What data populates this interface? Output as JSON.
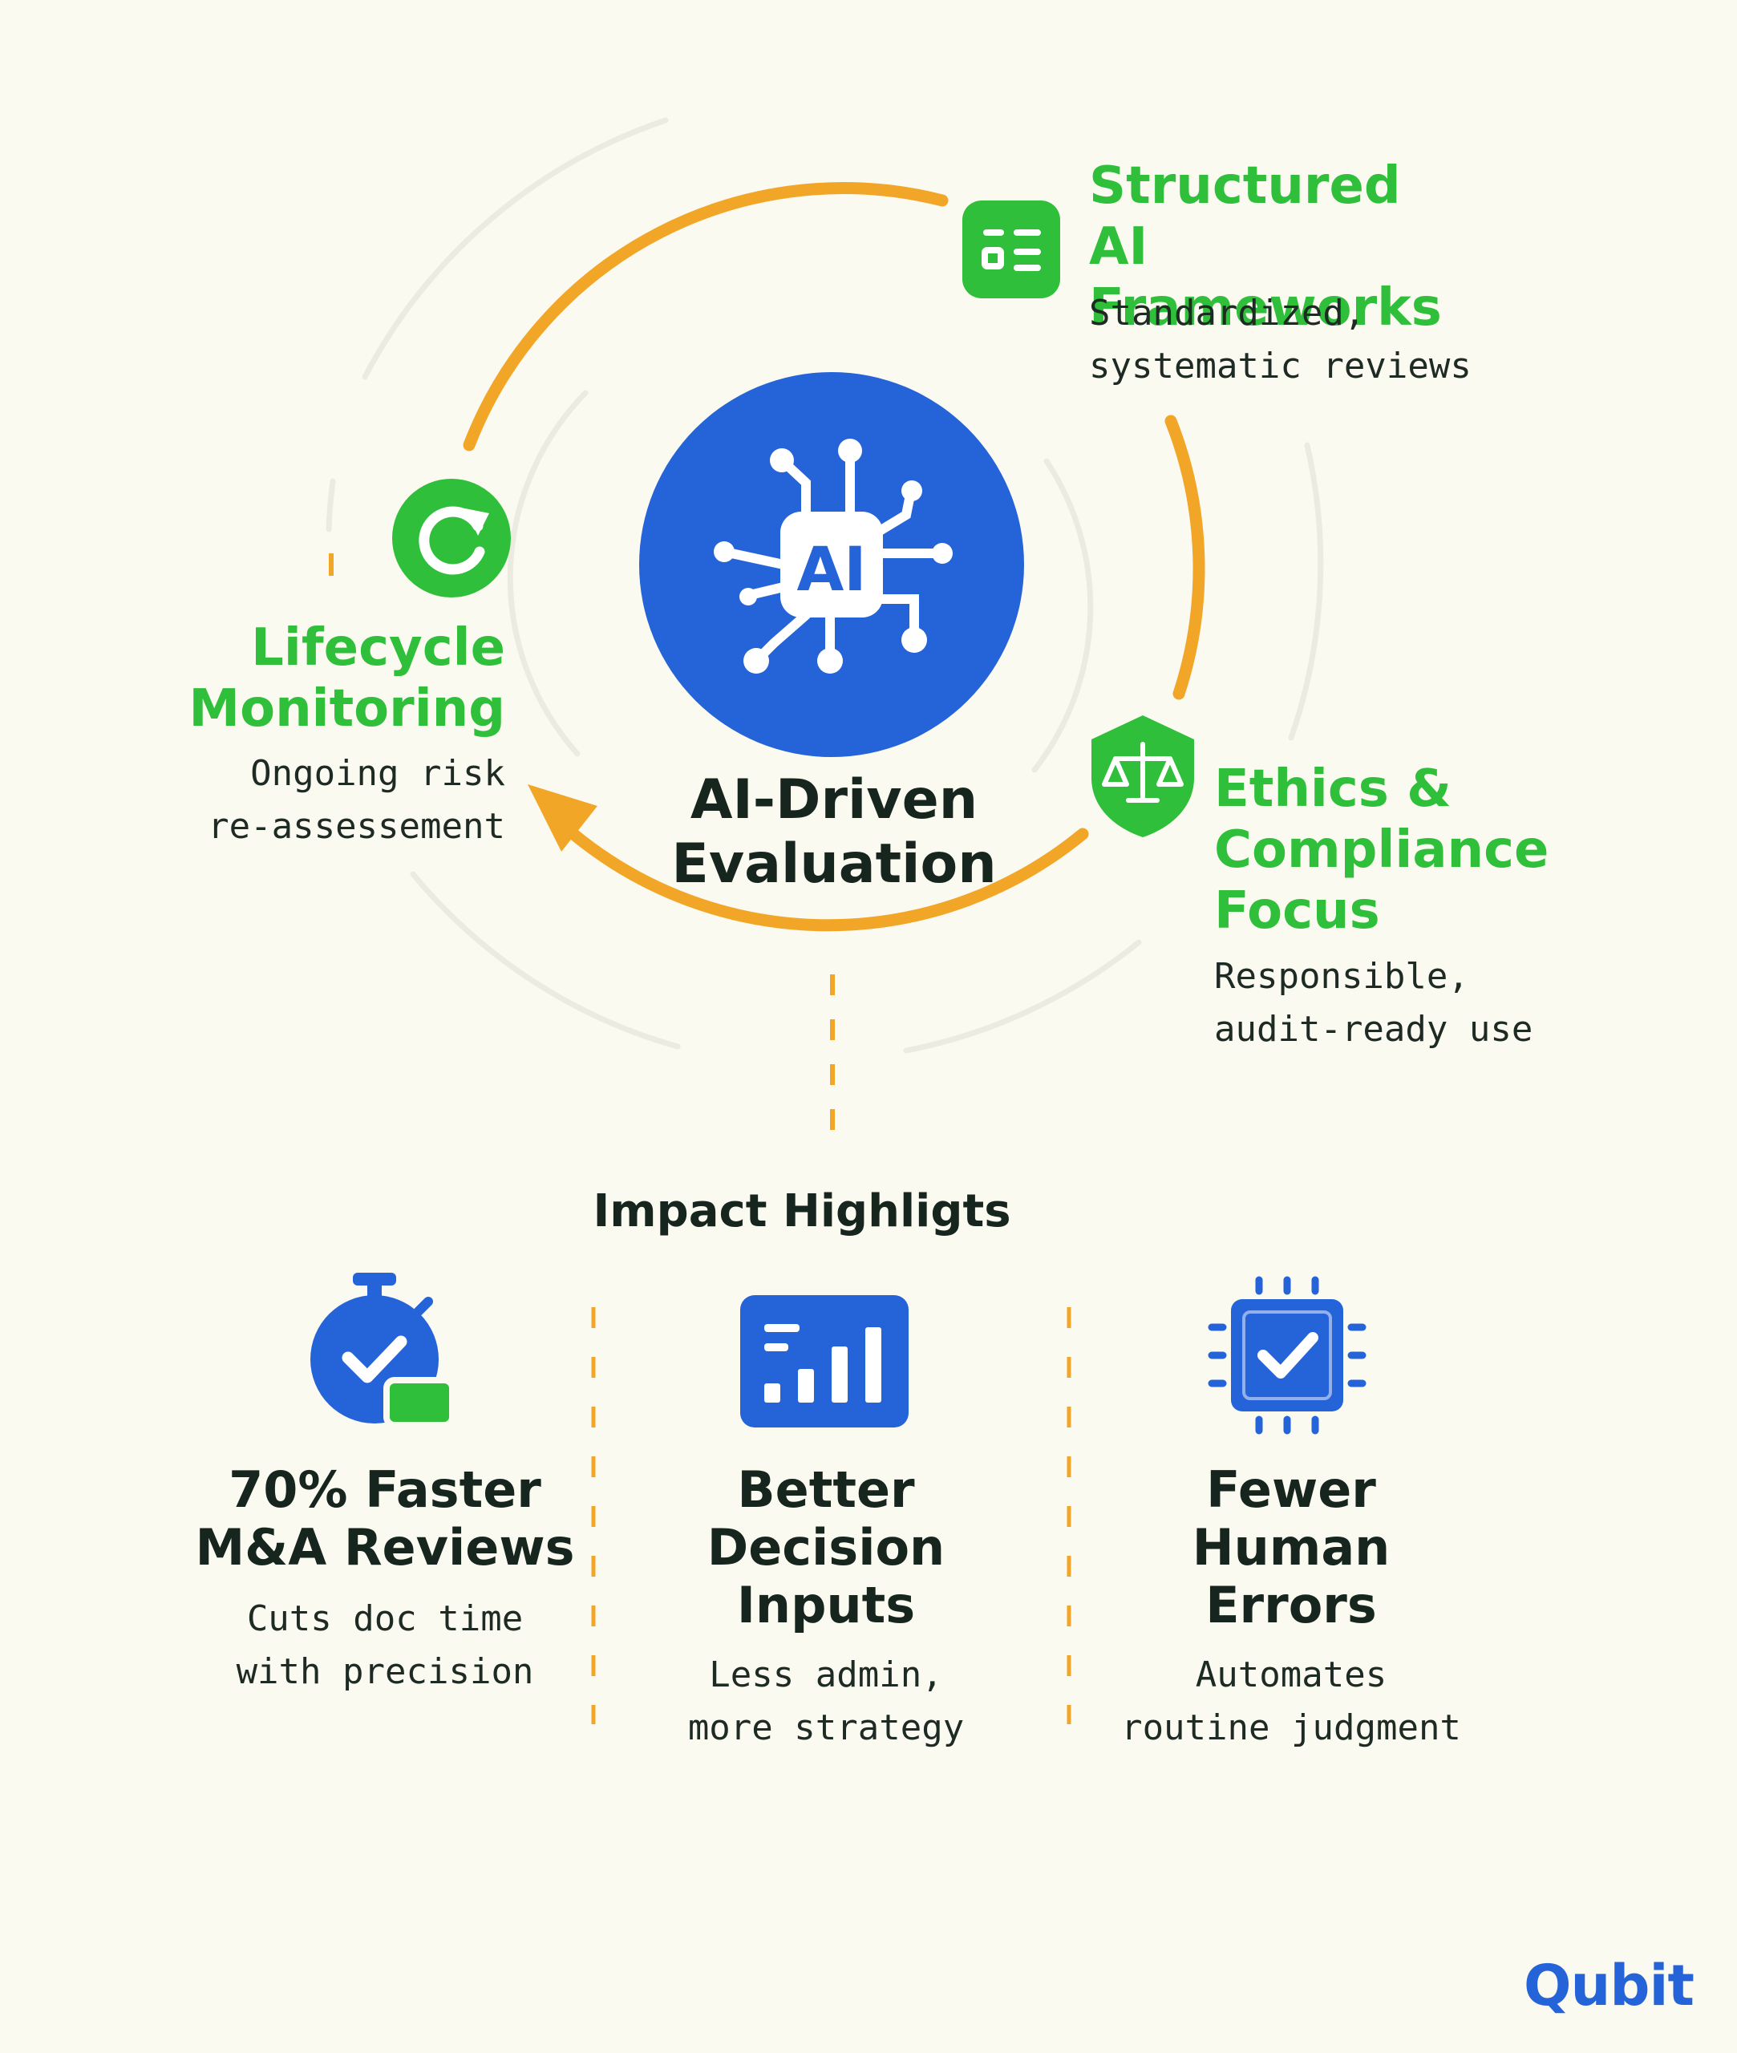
{
  "center": {
    "icon": "ai-chip-icon",
    "icon_text": "AI",
    "title": "AI-Driven\nEvaluation"
  },
  "cycle": [
    {
      "key": "frameworks",
      "icon": "list-icon",
      "title": "Structured\nAI Frameworks",
      "description": "Standardized,\nsystematic reviews"
    },
    {
      "key": "ethics",
      "icon": "shield-scales-icon",
      "title": "Ethics &\nCompliance\nFocus",
      "description": "Responsible,\naudit-ready use"
    },
    {
      "key": "lifecycle",
      "icon": "refresh-icon",
      "title": "Lifecycle\nMonitoring",
      "description": "Ongoing risk\nre-assessement"
    }
  ],
  "impact": {
    "heading": "Impact Highligts",
    "items": [
      {
        "icon": "stopwatch-icon",
        "title": "70% Faster\nM&A Reviews",
        "description": "Cuts doc time\nwith precision"
      },
      {
        "icon": "bar-chart-icon",
        "title": "Better\nDecision\nInputs",
        "description": "Less admin,\nmore strategy"
      },
      {
        "icon": "chip-check-icon",
        "title": "Fewer\nHuman\nErrors",
        "description": "Automates\nroutine judgment"
      }
    ]
  },
  "logo": {
    "text": "Qubit"
  },
  "colors": {
    "background": "#fbfaf0",
    "primary_blue": "#2563d9",
    "accent_green": "#2fbf3a",
    "arc_orange": "#f2a628",
    "text_dark": "#17251f"
  }
}
